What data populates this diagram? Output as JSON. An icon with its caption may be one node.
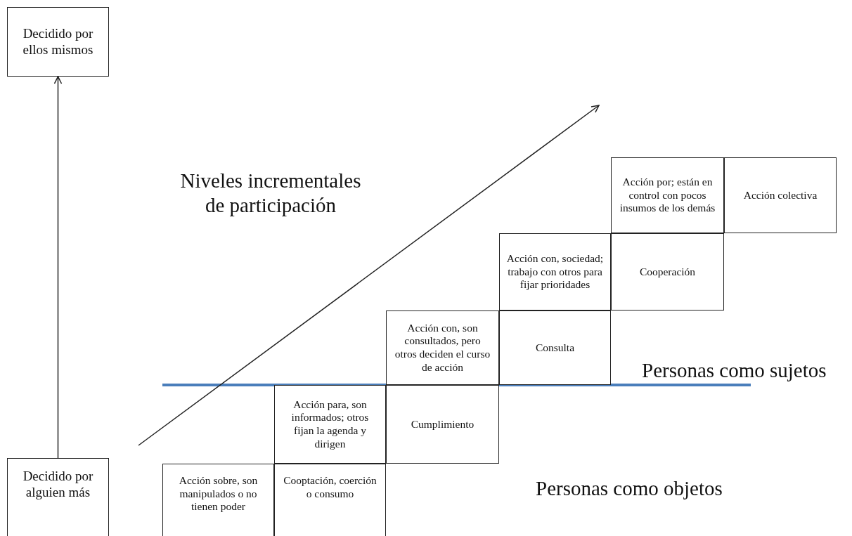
{
  "diagram": {
    "nodes": [
      {
        "text": [
          "Decidido por ellos mismos"
        ]
      },
      {
        "text": [
          "Acción por; están en control con pocos insumos de los demás"
        ]
      },
      {
        "text": [
          "Acción colectiva"
        ]
      },
      {
        "text": [
          "Acción con, sociedad; trabajo con otros para fijar prioridades"
        ]
      },
      {
        "text": [
          "Cooperación"
        ]
      },
      {
        "text": [
          "Acción con, son consultados, pero otros deciden el curso de acción"
        ]
      },
      {
        "text": [
          "Consulta"
        ]
      },
      {
        "text": [
          "Acción para, son informados; otros fijan la agenda y dirigen"
        ]
      },
      {
        "text": [
          "Cumplimiento"
        ]
      },
      {
        "text": [
          "Decidido por alguien más"
        ]
      },
      {
        "text": [
          "Acción sobre, son manipulados o no tienen poder"
        ]
      },
      {
        "text": [
          "Cooptación, coerción o consumo"
        ]
      }
    ],
    "edges": [
      {
        "from": 9,
        "to": 0,
        "arrow": "to"
      }
    ],
    "labels": [
      "Niveles incrementales de participación",
      "Personas como sujetos",
      "Personas como objetos"
    ]
  }
}
